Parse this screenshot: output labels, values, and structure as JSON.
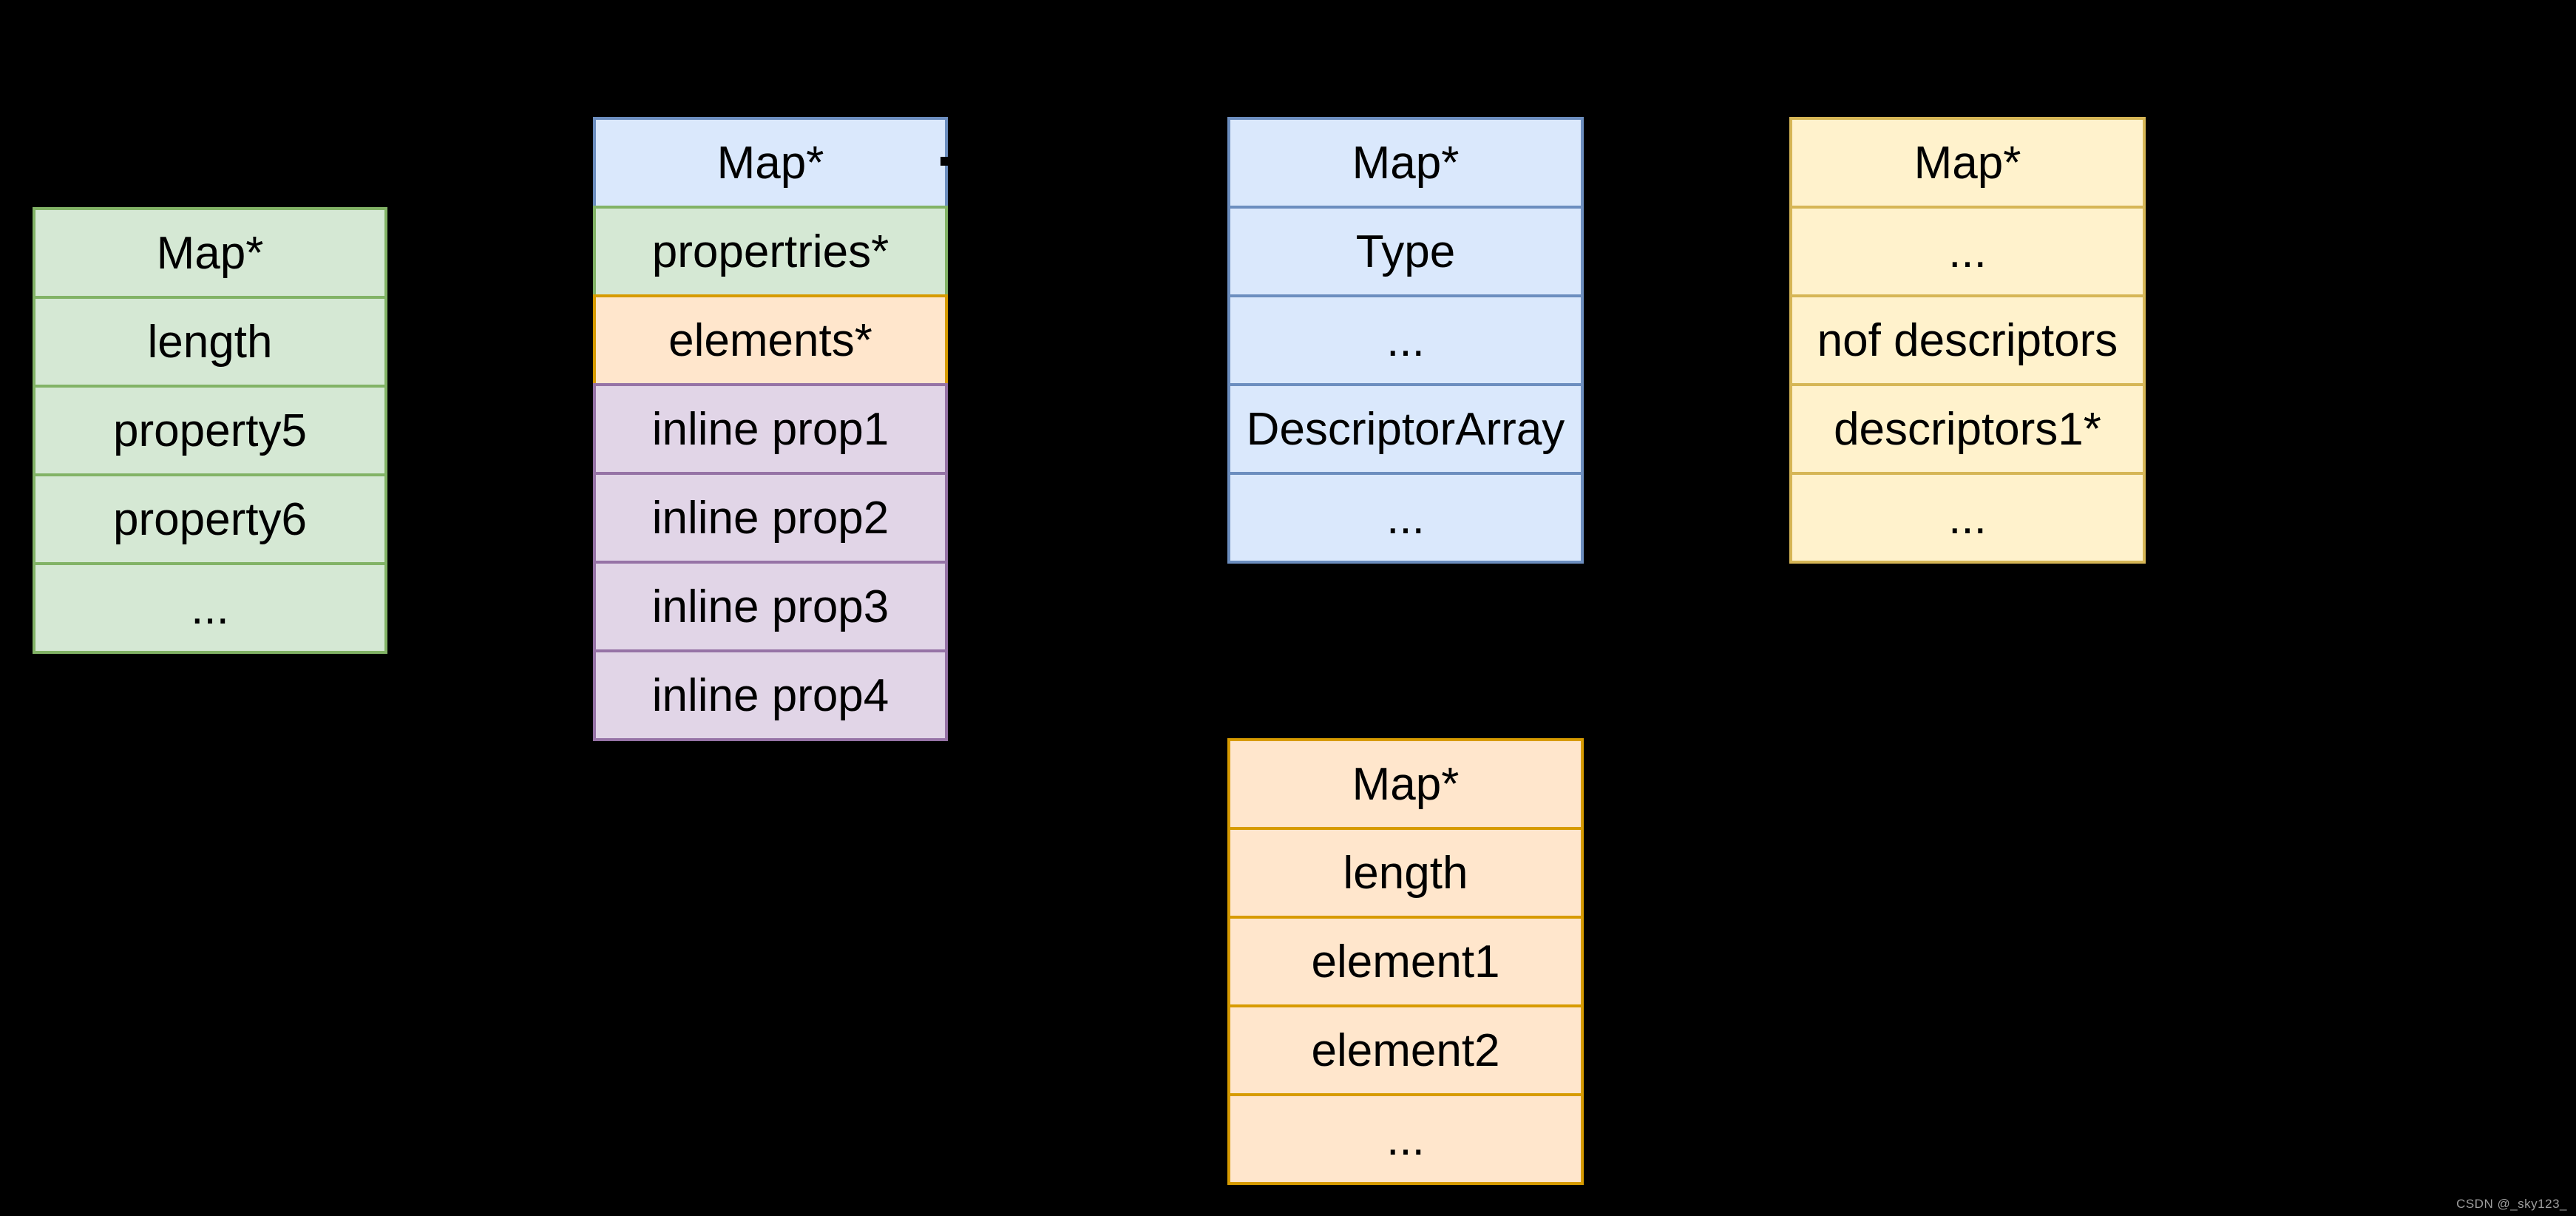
{
  "page": {
    "background": "#000000",
    "text_color": "#000000"
  },
  "palette": {
    "green_fill": "#d5e8d4",
    "green_stroke": "#82b366",
    "blue_fill": "#dae8fc",
    "blue_stroke": "#6c8ebf",
    "orange_fill": "#ffe6cc",
    "orange_stroke": "#d79b00",
    "purple_fill": "#e1d5e7",
    "purple_stroke": "#9673a6",
    "yellow_fill": "#fff2cc",
    "yellow_stroke": "#d6b656"
  },
  "boxes": [
    {
      "name": "properties-array-box",
      "rows": [
        {
          "label": "Map*",
          "fill": "#d5e8d4",
          "stroke": "#82b366"
        },
        {
          "label": "length",
          "fill": "#d5e8d4",
          "stroke": "#82b366"
        },
        {
          "label": "property5",
          "fill": "#d5e8d4",
          "stroke": "#82b366"
        },
        {
          "label": "property6",
          "fill": "#d5e8d4",
          "stroke": "#82b366"
        },
        {
          "label": "...",
          "fill": "#d5e8d4",
          "stroke": "#82b366"
        }
      ]
    },
    {
      "name": "js-object-box",
      "rows": [
        {
          "label": "Map*",
          "fill": "#dae8fc",
          "stroke": "#6c8ebf"
        },
        {
          "label": "propertries*",
          "fill": "#d5e8d4",
          "stroke": "#82b366"
        },
        {
          "label": "elements*",
          "fill": "#ffe6cc",
          "stroke": "#d79b00"
        },
        {
          "label": "inline prop1",
          "fill": "#e1d5e7",
          "stroke": "#9673a6"
        },
        {
          "label": "inline prop2",
          "fill": "#e1d5e7",
          "stroke": "#9673a6"
        },
        {
          "label": "inline prop3",
          "fill": "#e1d5e7",
          "stroke": "#9673a6"
        },
        {
          "label": "inline prop4",
          "fill": "#e1d5e7",
          "stroke": "#9673a6"
        }
      ]
    },
    {
      "name": "map-box",
      "rows": [
        {
          "label": "Map*",
          "fill": "#dae8fc",
          "stroke": "#6c8ebf"
        },
        {
          "label": "Type",
          "fill": "#dae8fc",
          "stroke": "#6c8ebf"
        },
        {
          "label": "...",
          "fill": "#dae8fc",
          "stroke": "#6c8ebf"
        },
        {
          "label": "DescriptorArray",
          "fill": "#dae8fc",
          "stroke": "#6c8ebf"
        },
        {
          "label": "...",
          "fill": "#dae8fc",
          "stroke": "#6c8ebf"
        }
      ]
    },
    {
      "name": "descriptor-array-box",
      "rows": [
        {
          "label": "Map*",
          "fill": "#fff2cc",
          "stroke": "#d6b656"
        },
        {
          "label": "...",
          "fill": "#fff2cc",
          "stroke": "#d6b656"
        },
        {
          "label": "nof descriptors",
          "fill": "#fff2cc",
          "stroke": "#d6b656"
        },
        {
          "label": "descriptors1*",
          "fill": "#fff2cc",
          "stroke": "#d6b656"
        },
        {
          "label": "...",
          "fill": "#fff2cc",
          "stroke": "#d6b656"
        }
      ]
    },
    {
      "name": "elements-array-box",
      "rows": [
        {
          "label": "Map*",
          "fill": "#ffe6cc",
          "stroke": "#d79b00"
        },
        {
          "label": "length",
          "fill": "#ffe6cc",
          "stroke": "#d79b00"
        },
        {
          "label": "element1",
          "fill": "#ffe6cc",
          "stroke": "#d79b00"
        },
        {
          "label": "element2",
          "fill": "#ffe6cc",
          "stroke": "#d79b00"
        },
        {
          "label": "...",
          "fill": "#ffe6cc",
          "stroke": "#d79b00"
        }
      ]
    }
  ],
  "watermark": {
    "text": "CSDN @_sky123_",
    "color": "#9e9e9e"
  }
}
